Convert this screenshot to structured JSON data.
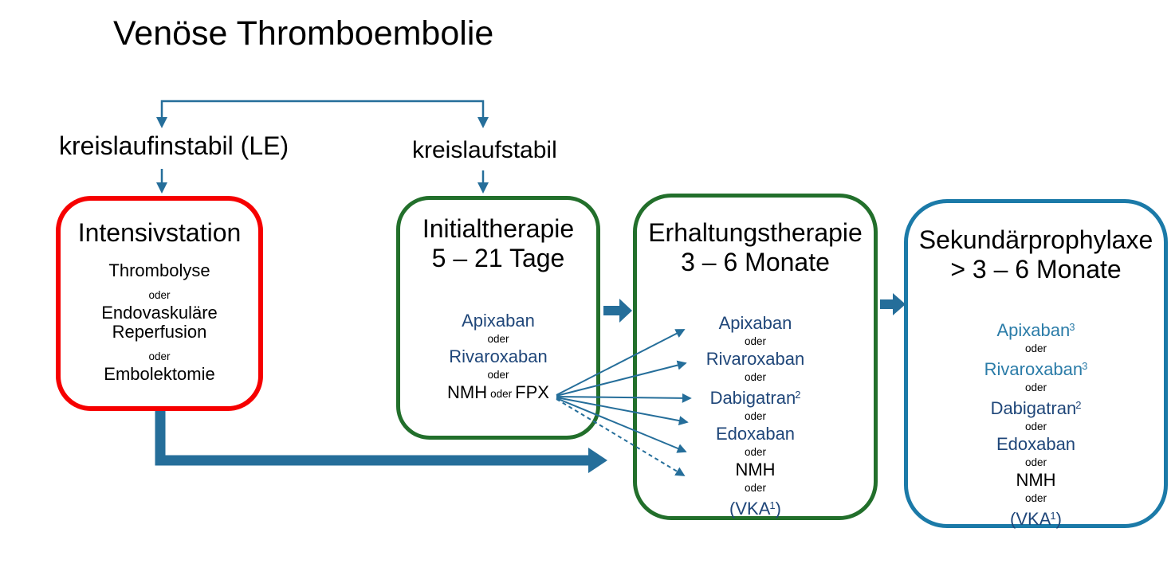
{
  "title": "Venöse Thromboembolie",
  "colors": {
    "arrow": "#256e9a",
    "red": "#f60000",
    "green": "#226f2b",
    "blue": "#1b7aa8",
    "navy": "#1f4679",
    "teal": "#2b7ca8",
    "ink": "#000000"
  },
  "branches": {
    "unstable": "kreislaufinstabil (LE)",
    "stable": "kreislaufstabil"
  },
  "boxes": {
    "icu": {
      "title": "Intensivstation",
      "line1": "Thrombolyse",
      "oder": "oder",
      "line2a": "Endovaskuläre",
      "line2b": "Reperfusion",
      "line3": "Embolektomie"
    },
    "initial": {
      "title_line1": "Initialtherapie",
      "title_line2": "5 – 21 Tage",
      "drug1": "Apixaban",
      "oder": "oder",
      "drug2": "Rivaroxaban",
      "drug3_part1": "NMH",
      "drug3_part2": "FPX"
    },
    "maintenance": {
      "title_line1": "Erhaltungstherapie",
      "title_line2": "3 – 6 Monate",
      "oder": "oder",
      "drug1": "Apixaban",
      "drug2": "Rivaroxaban",
      "drug3": "Dabigatran",
      "drug3_sup": "2",
      "drug4": "Edoxaban",
      "drug5": "NMH",
      "drug6_pre": "(VKA",
      "drug6_sup": "1",
      "drug6_post": ")"
    },
    "secondary": {
      "title_line1": "Sekundärprophylaxe",
      "title_line2": "> 3 – 6 Monate",
      "oder": "oder",
      "drug1": "Apixaban",
      "drug1_sup": "3",
      "drug2": "Rivaroxaban",
      "drug2_sup": "3",
      "drug3": "Dabigatran",
      "drug3_sup": "2",
      "drug4": "Edoxaban",
      "drug5": "NMH",
      "drug6_pre": "(VKA",
      "drug6_sup": "1",
      "drug6_post": ")"
    }
  }
}
